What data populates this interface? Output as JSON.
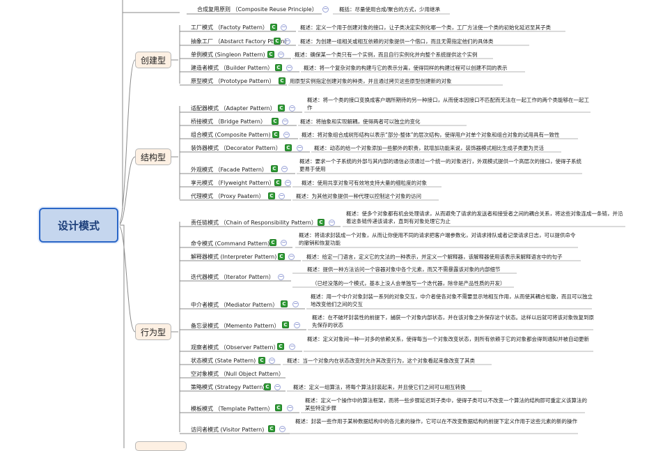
{
  "root": "设计模式",
  "branches": {
    "creational": "创建型",
    "structural": "结构型",
    "behavioral": "行为型"
  },
  "nodes": {
    "composite_reuse": {
      "name": "合成复用原则 （Composite Reuse Principle）",
      "note": "概括：尽量使用合成/聚合的方式，少用继承"
    },
    "factory": {
      "name": "工厂模式 （Factoty Pattern）",
      "note": "概述：定义一个用于创建对象的接口，让子类决定实例化哪一个类，工厂方法使一个类的初始化延迟至其子类"
    },
    "abstract_factory": {
      "name": "抽象工厂 （Abstarct Factory Pttern）",
      "note": "概述：为创建一组相关或相互依赖的对象提供一个借口，而且无需指定他们的具体类"
    },
    "singleton": {
      "name": "单例模式 (Singleon Pattern)",
      "note": "概述：确保某一个类只有一个实例，而且自行实例化并向整个系统提供这个实例"
    },
    "builder": {
      "name": "建造者模式 （Builder Pattern）",
      "note": "概述：将一个复杂对象的构建与它的表示分离，使得同样的构建过程可以创建不同的表示"
    },
    "prototype": {
      "name": "原型模式 （Prototype Pattern）",
      "note": "用原型实例指定创建对象的种类，并且通过拷贝这些原型创建新的对象"
    },
    "adapter": {
      "name": "适配器模式 （Adapter Pattern）",
      "note": "概述：将一个类的接口变换成客户端所期待的另一种接口，从而使本因接口不匹配而无法在一起工作的两个类能够在一起工作"
    },
    "bridge": {
      "name": "桥接模式 （Bridge Pattern）",
      "note": "概述：将抽象和实现解耦，使得两者可以独立的变化"
    },
    "composite": {
      "name": "组合模式 (Composite Pattern)",
      "note": "概述：将对象组合成树形结构以表示“部分-整体”的层次结构，使得用户对单个对象和组合对象的试用具有一致性"
    },
    "decorator": {
      "name": "装饰器模式 （Decorator Pattern）",
      "note": "概述：动态的给一个对象添加一些额外的职责，就增加功能来说，装饰器模式相比生成子类更为灵活"
    },
    "facade": {
      "name": "外观模式 （Facade Pattern）",
      "note": "概述：要求一个子系统的外部与其内部的通信必须通过一个统一的对象进行，外观模式提供一个高层次的接口，使得子系统更易于使用"
    },
    "flyweight": {
      "name": "享元模式 （Flyweight Pattern）",
      "note": "概述：使用共享对象可有效地支持大量的细粒度的对象"
    },
    "proxy": {
      "name": "代理模式 （Proxy Paatern）",
      "note": "概述：为其他对象提供一种代理以控制这个对象的访问"
    },
    "chain": {
      "name": "责任链模式 （Chain of Responsibility Pattern）",
      "note": "概述：使多个对象都有机会处理请求，从而避免了请求的发送者和接受者之间的耦合关系，将这些对象连成一条链，并沿着这条链传递该请求，直到有对象处理它为止"
    },
    "command": {
      "name": "命令模式 (Command Pattern)",
      "note": "概述：将请求封装成一个对象，从而让你使用不同的请求把客户端参数化，对请求排队或者记录请求日志，可以提供命令的撤销和恢复功能"
    },
    "interpreter": {
      "name": "解释器模式 (Interpreter Pattern)",
      "note": "概述：给定一门语言，定义它的文法的一种表示，并定义一个解释器，该解释器使用该表示来解释语言中的句子"
    },
    "iterator": {
      "name": "迭代器模式 （Iterator Pattern）",
      "note": "概述：提供一种方法访问一个容器对象中各个元素，而又不需暴露该对象的内部细节",
      "note2": "（已经没落的一个模式，基本上没人会单独写一个迭代器，除非是产品性质的开发）"
    },
    "mediator": {
      "name": "中介者模式 （Mediator Pattern）",
      "note": "概述：用一个中介对象封装一系列的对象交互，中介者使各对象不需要显示地相互作用，从而使其耦合松散，而且可以独立地改变他们之间的交互"
    },
    "memento": {
      "name": "备忘录模式 （Memento Pattern）",
      "note": "概述：在不破坏封装性的前提下，捕获一个对象内部状态，并在该对象之外保存这个状态。这样以后就可将该对象恢复到原先保存的状态"
    },
    "observer": {
      "name": "观察者模式 （Observer Pattern）",
      "note": "概述：定义对象间一种一对多的依赖关系，使得每当一个对象改变状态，则所有依赖于它的对象都会得到通知并被自动更新"
    },
    "state": {
      "name": "状态模式 (State Pattern)",
      "note": "概述：当一个对象内在状态改变时允许其改变行为，这个对象看起来像改变了其类"
    },
    "null_object": {
      "name": "空对象模式 （Null Object Pattern）",
      "note": ""
    },
    "strategy": {
      "name": "策略模式 (Strategy Pattern)",
      "note": "概述：定义一组算法，将每个算法封装起来，并且使它们之间可以相互转换"
    },
    "template": {
      "name": "模板模式 （Template Pattern）",
      "note": "概述：定义一个操作中的算法框架，而将一些步骤延迟到子类中，使得子类可以不改变一个算法的结构即可重定义该算法的某些特定步骤"
    },
    "visitor": {
      "name": "访问者模式 (Visitor Pattern)",
      "note": "概述：封装一些作用于某种数据结构中的各元素的操作，它可以在不改变数据结构的前提下定义作用于这些元素的新的操作"
    }
  },
  "icons": {
    "note_icon": "C",
    "collapse_icon": "−"
  },
  "colors": {
    "root_fill": "#c5d6ee",
    "root_border": "#2a66c7",
    "branch_fill": "#fdf0e3",
    "note_icon": "#2f9c36"
  }
}
